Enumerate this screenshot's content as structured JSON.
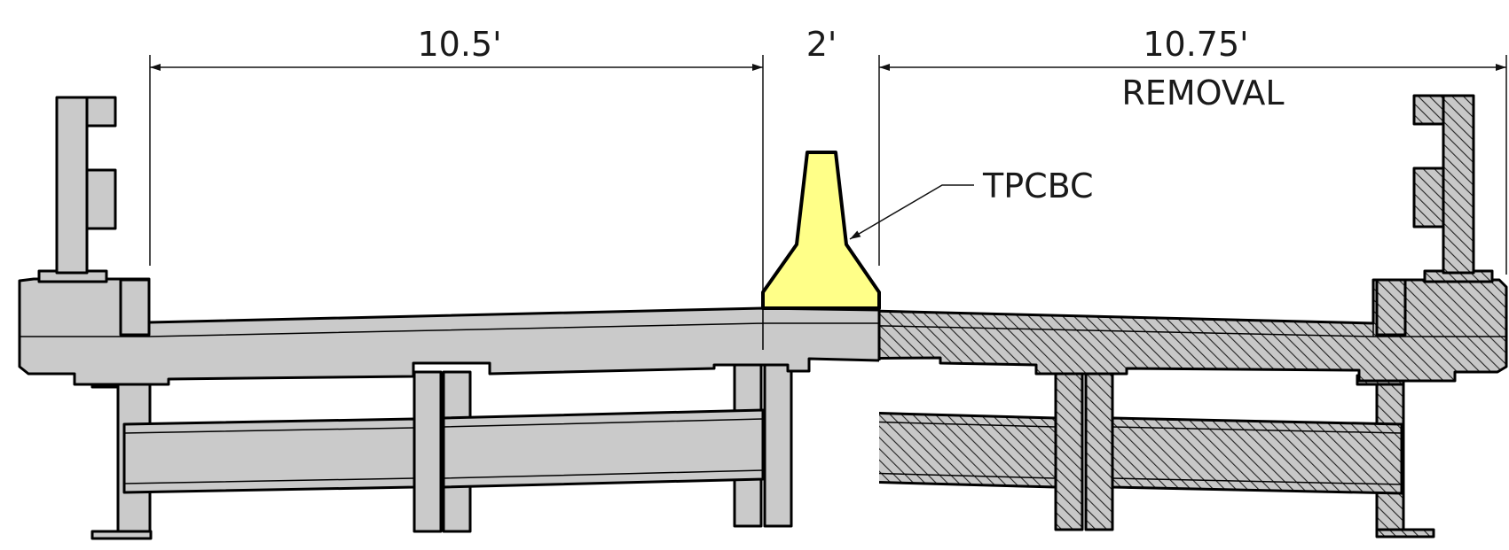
{
  "dimensions": [
    {
      "label": "10.5'"
    },
    {
      "label": "2'"
    },
    {
      "label": "10.75'"
    }
  ],
  "removal_label": "REMOVAL",
  "callout_label": "TPCBC",
  "colors": {
    "existing_fill": "#cacaca",
    "removal_hatch_bg": "#c8c8c8",
    "barrier_fill": "#ffff88",
    "outline": "#000000"
  }
}
